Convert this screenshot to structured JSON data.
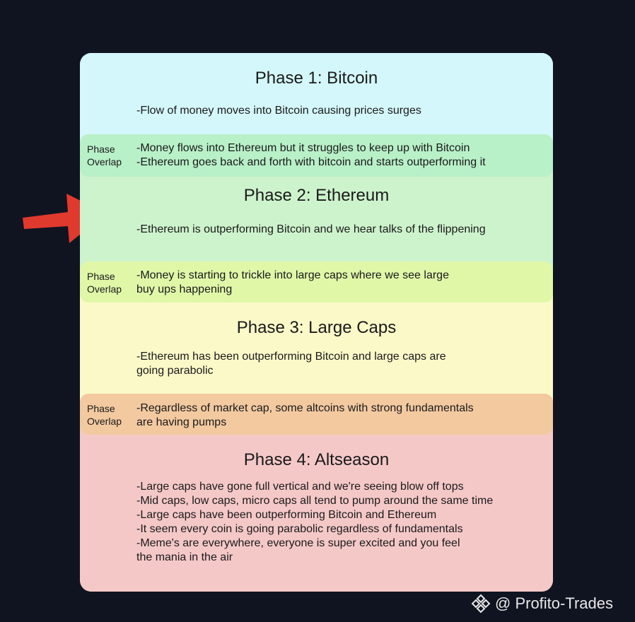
{
  "phases": [
    {
      "title": "Phase 1: Bitcoin",
      "text": "-Flow of money moves into Bitcoin causing prices surges",
      "color": "#d4f7fb"
    },
    {
      "title": "Phase 2: Ethereum",
      "text": "-Ethereum is outperforming Bitcoin and we hear talks of the flippening",
      "color": "#cdf3cc"
    },
    {
      "title": "Phase 3: Large Caps",
      "text": "-Ethereum has been outperforming Bitcoin and large caps are\ngoing parabolic",
      "color": "#fbf9c8"
    },
    {
      "title": "Phase 4: Altseason",
      "text": "-Large caps have gone full vertical and we're seeing blow off tops\n-Mid caps, low caps, micro caps all tend to pump around the same time\n-Large caps have been outperforming Bitcoin and Ethereum\n-It seem every coin is going parabolic regardless of fundamentals\n-Meme's are everywhere, everyone is super excited and you feel\nthe mania in the air",
      "color": "#f5c8c8"
    }
  ],
  "overlaps": [
    {
      "label": "Phase\nOverlap",
      "text": "-Money flows into Ethereum but it struggles to keep up with Bitcoin\n-Ethereum goes back and forth with bitcoin and starts outperforming it",
      "color": "#b8f0c8"
    },
    {
      "label": "Phase\nOverlap",
      "text": "-Money is starting to trickle into large caps where we see large\nbuy ups happening",
      "color": "#e0f7a8"
    },
    {
      "label": "Phase\nOverlap",
      "text": "-Regardless of market cap, some altcoins with strong fundamentals\nare having pumps",
      "color": "#f3c9a0"
    }
  ],
  "arrow": {
    "icon": "red-arrow-icon",
    "color": "#e03a2e"
  },
  "watermark": {
    "icon": "binance-diamond-icon",
    "text": "@ Profito-Trades"
  }
}
